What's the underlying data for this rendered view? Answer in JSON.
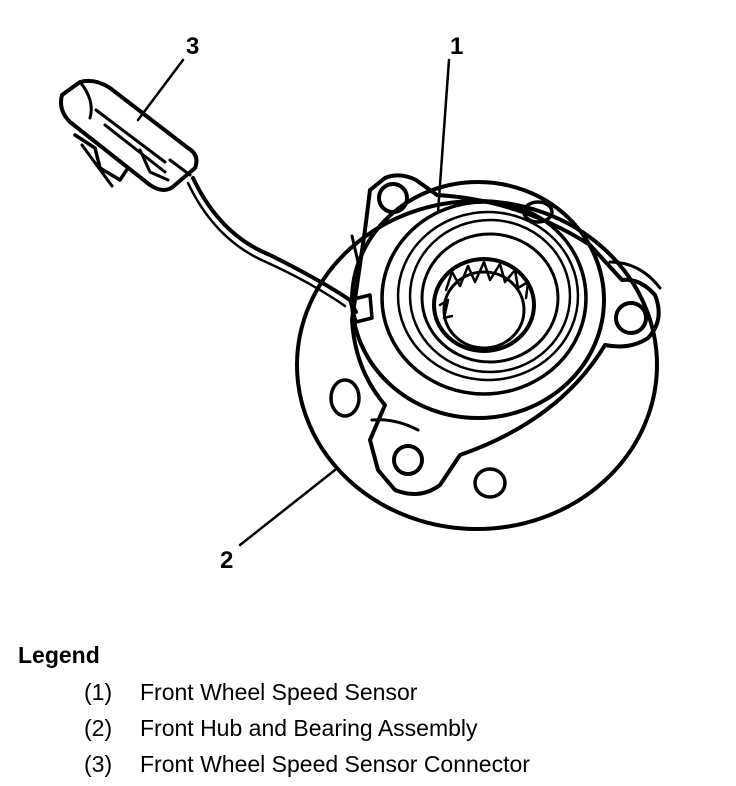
{
  "diagram": {
    "callouts": [
      "1",
      "2",
      "3"
    ]
  },
  "legend": {
    "title": "Legend",
    "items": [
      {
        "num": "(1)",
        "text": "Front Wheel Speed Sensor"
      },
      {
        "num": "(2)",
        "text": "Front Hub and Bearing Assembly"
      },
      {
        "num": "(3)",
        "text": "Front Wheel Speed Sensor Connector"
      }
    ]
  }
}
